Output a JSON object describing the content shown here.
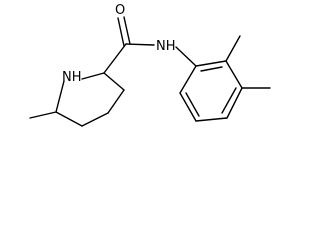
{
  "molecule": {
    "atom_labels": {
      "oxygen": "O",
      "amide_nitrogen": "NH",
      "ring_nitrogen": "NH"
    }
  }
}
